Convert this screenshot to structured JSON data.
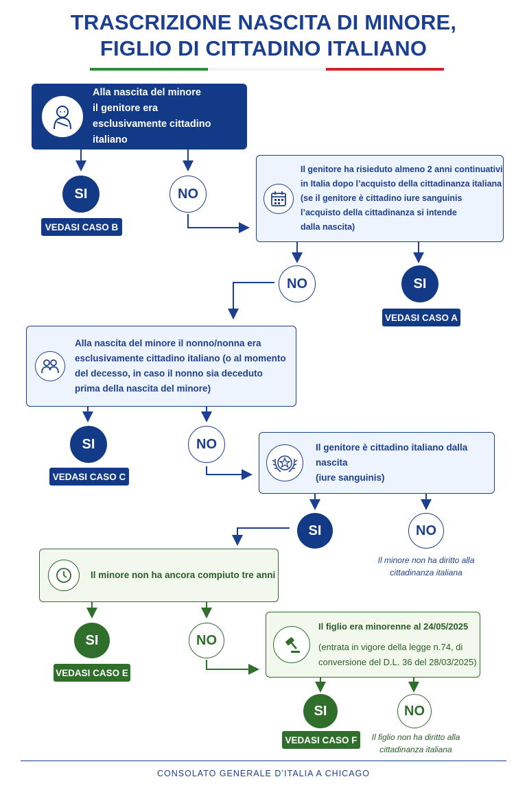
{
  "header": {
    "title_line1": "TRASCRIZIONE NASCITA DI MINORE,",
    "title_line2": "FIGLIO DI CITTADINO ITALIANO"
  },
  "colors": {
    "primary": "#123a86",
    "primary_text": "#1d3f8f",
    "light_box": "#eef4fd",
    "green": "#2f6e2b",
    "light_green": "#f2f8ee",
    "flag": [
      "#2e8b3e",
      "#ffffff",
      "#d0202f"
    ]
  },
  "nodes": {
    "q1": {
      "icon": "baby-icon",
      "lines": [
        "Alla nascita del minore",
        "il genitore era",
        "esclusivamente cittadino italiano"
      ]
    },
    "q1_yes": {
      "label": "SI",
      "tag": "VEDASI CASO B"
    },
    "q1_no": {
      "label": "NO"
    },
    "q2": {
      "icon": "calendar-icon",
      "lines": [
        "Il genitore ha risieduto almeno 2 anni continuativi",
        "in Italia dopo l’acquisto della cittadinanza italiana",
        "(se il genitore è cittadino iure sanguinis",
        "l’acquisto della cittadinanza si intende",
        "dalla nascita)"
      ]
    },
    "q2_no": {
      "label": "NO"
    },
    "q2_yes": {
      "label": "SI",
      "tag": "VEDASI CASO A"
    },
    "q3": {
      "icon": "family-icon",
      "lines": [
        "Alla nascita del minore il nonno/nonna era",
        "esclusivamente cittadino italiano (o al momento",
        "del decesso, in caso il nonno sia deceduto",
        "prima della nascita del minore)"
      ]
    },
    "q3_yes": {
      "label": "SI",
      "tag": "VEDASI CASO C"
    },
    "q3_no": {
      "label": "NO"
    },
    "q4": {
      "icon": "italian-emblem-icon",
      "lines": [
        "Il genitore è cittadino italiano dalla nascita",
        "(iure sanguinis)"
      ]
    },
    "q4_yes": {
      "label": "SI"
    },
    "q4_no": {
      "label": "NO",
      "note_lines": [
        "Il minore non ha diritto alla",
        "cittadinanza italiana"
      ]
    },
    "q5": {
      "icon": "clock-icon",
      "lines": [
        "Il minore non ha ancora compiuto tre anni"
      ]
    },
    "q5_yes": {
      "label": "SI",
      "tag": "VEDASI CASO E"
    },
    "q5_no": {
      "label": "NO"
    },
    "q6": {
      "icon": "gavel-icon",
      "lines": [
        "Il figlio era minorenne al 24/05/2025",
        "(entrata in vigore della legge n.74, di",
        "conversione del D.L. 36 del 28/03/2025)"
      ]
    },
    "q6_yes": {
      "label": "SI",
      "tag": "VEDASI CASO F"
    },
    "q6_no": {
      "label": "NO",
      "note_lines": [
        "Il figlio non ha diritto alla",
        "cittadinanza italiana"
      ]
    }
  },
  "footer": {
    "text": "CONSOLATO GENERALE D’ITALIA A CHICAGO"
  }
}
